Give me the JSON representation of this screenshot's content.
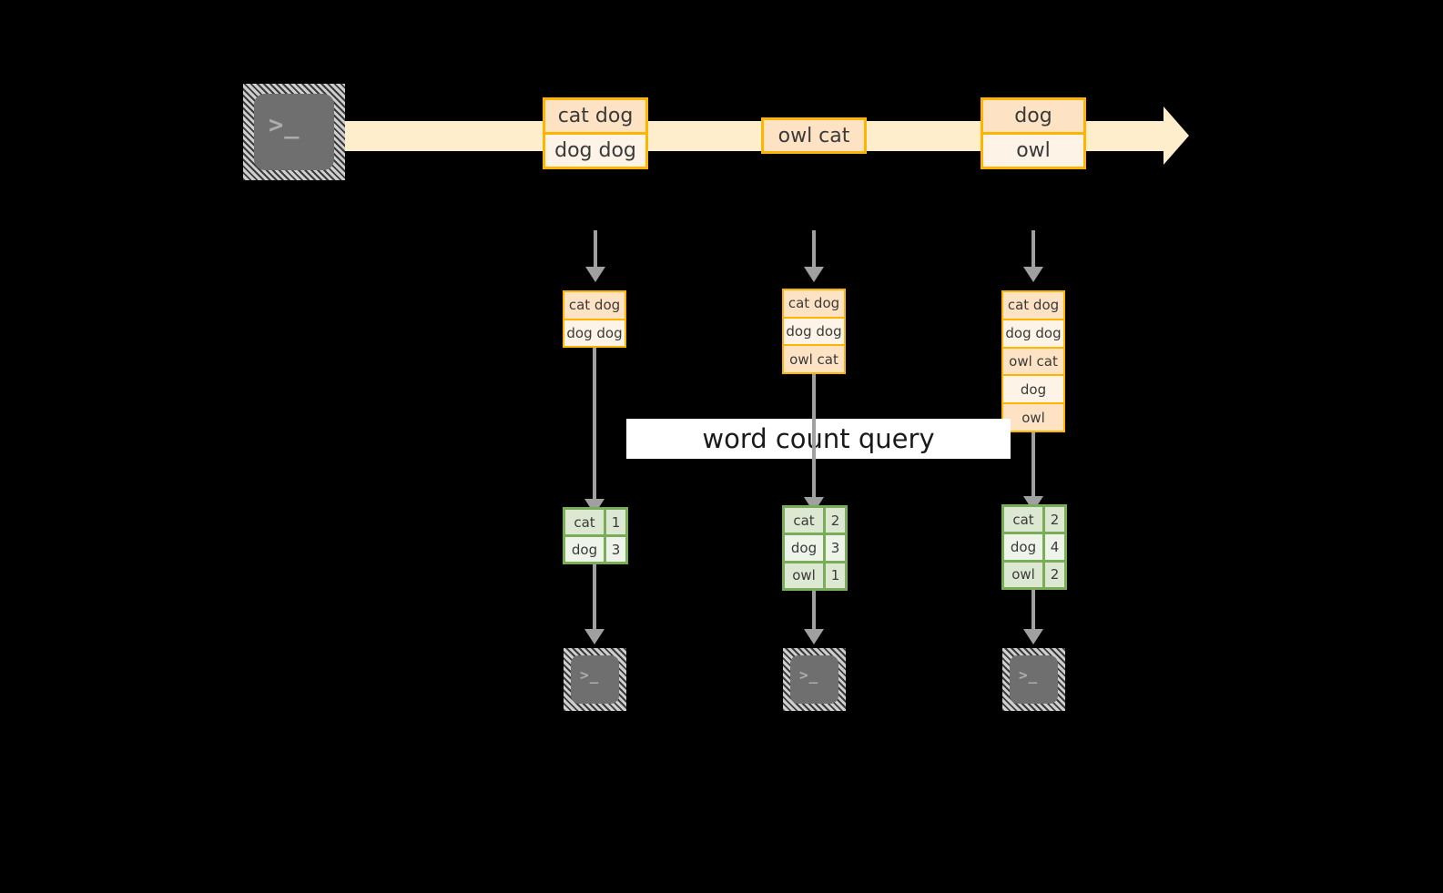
{
  "diagram": {
    "title_banner": "word count query",
    "colors": {
      "background": "#000000",
      "stream_arrow": "#ffeecc",
      "message_border": "#ffb400",
      "message_fill_dark": "#fde2c4",
      "message_fill_light": "#fdf3e7",
      "result_border": "#7aad58",
      "result_fill_dark": "#dde8d2",
      "result_fill_light": "#eef4e9",
      "connector": "#a0a0a0",
      "terminal_face": "#6f6f6f",
      "banner_fill": "#ffffff"
    },
    "producer": {
      "icon": "terminal-icon",
      "prompt": ">_"
    },
    "stream_messages": [
      {
        "id": "msg-1",
        "lines": [
          "cat dog",
          "dog dog"
        ]
      },
      {
        "id": "msg-2",
        "lines": [
          "owl cat"
        ]
      },
      {
        "id": "msg-3",
        "lines": [
          "dog",
          "owl"
        ]
      }
    ],
    "stream_states": [
      {
        "id": "state-1",
        "rows": [
          "cat dog",
          "dog dog"
        ]
      },
      {
        "id": "state-2",
        "rows": [
          "cat dog",
          "dog dog",
          "owl cat"
        ]
      },
      {
        "id": "state-3",
        "rows": [
          "cat dog",
          "dog dog",
          "owl cat",
          "dog",
          "owl"
        ]
      }
    ],
    "result_tables": [
      {
        "id": "result-1",
        "rows": [
          {
            "word": "cat",
            "count": "1"
          },
          {
            "word": "dog",
            "count": "3"
          }
        ]
      },
      {
        "id": "result-2",
        "rows": [
          {
            "word": "cat",
            "count": "2"
          },
          {
            "word": "dog",
            "count": "3"
          },
          {
            "word": "owl",
            "count": "1"
          }
        ]
      },
      {
        "id": "result-3",
        "rows": [
          {
            "word": "cat",
            "count": "2"
          },
          {
            "word": "dog",
            "count": "4"
          },
          {
            "word": "owl",
            "count": "2"
          }
        ]
      }
    ],
    "consumers": [
      {
        "id": "consumer-1",
        "icon": "terminal-icon",
        "prompt": ">_"
      },
      {
        "id": "consumer-2",
        "icon": "terminal-icon",
        "prompt": ">_"
      },
      {
        "id": "consumer-3",
        "icon": "terminal-icon",
        "prompt": ">_"
      }
    ]
  }
}
